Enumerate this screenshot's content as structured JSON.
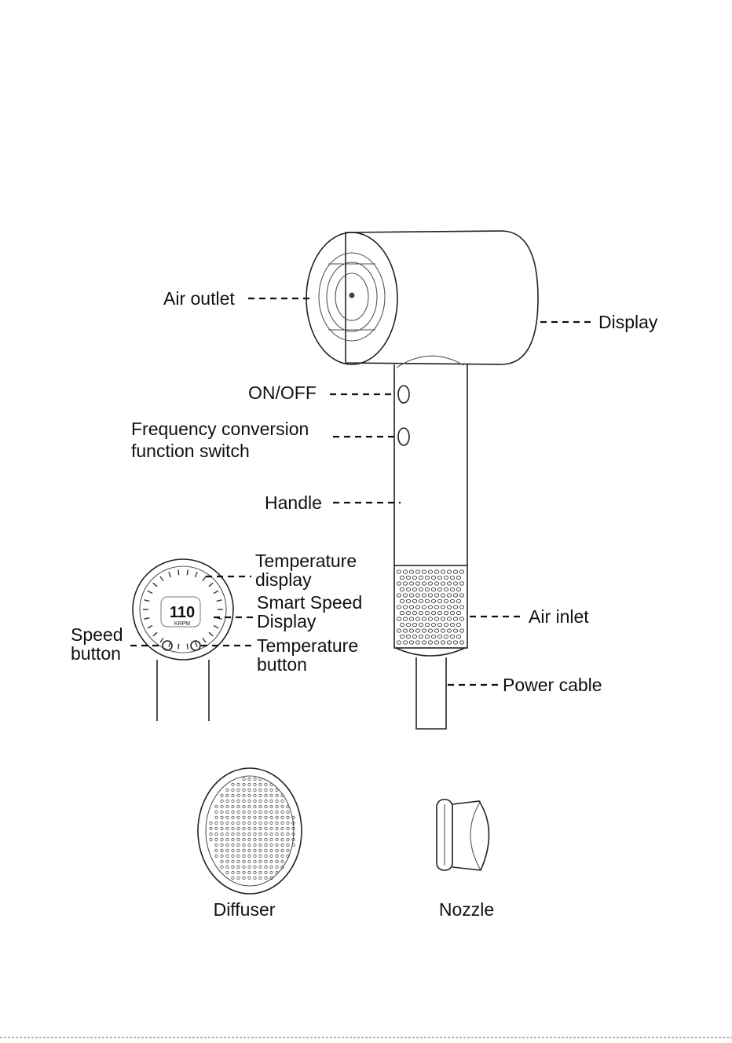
{
  "labels": {
    "air_outlet": "Air outlet",
    "display": "Display",
    "on_off": "ON/OFF",
    "freq_line1": "Frequency conversion",
    "freq_line2": "function switch",
    "handle": "Handle",
    "temp_display_line1": "Temperature",
    "temp_display_line2": "display",
    "smart_speed_line1": "Smart Speed",
    "smart_speed_line2": "Display",
    "speed_button_line1": "Speed",
    "speed_button_line2": "button",
    "temp_button_line1": "Temperature",
    "temp_button_line2": "button",
    "air_inlet": "Air inlet",
    "power_cable": "Power cable"
  },
  "display_panel": {
    "speed_value": "110",
    "speed_unit": "KRPM"
  },
  "accessories": {
    "diffuser": "Diffuser",
    "nozzle": "Nozzle"
  }
}
